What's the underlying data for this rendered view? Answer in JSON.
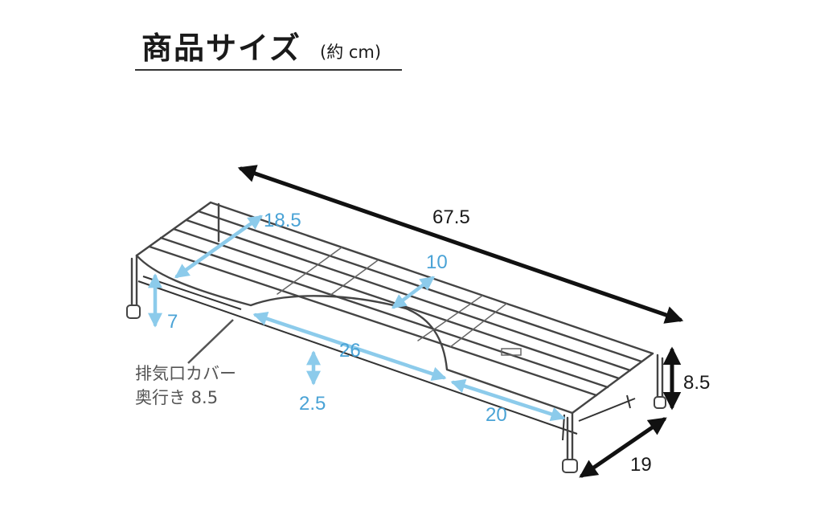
{
  "heading": {
    "title": "商品サイズ",
    "unit": "(約 cm)"
  },
  "dimensions": {
    "length": "67.5",
    "height": "8.5",
    "depth": "19",
    "inner_depth": "18.5",
    "center_gap": "10",
    "cutout_width": "26",
    "side_width": "20",
    "front_height": "7",
    "clearance": "2.5"
  },
  "note": {
    "line1": "排気口カバー",
    "line2": "奥行き 8.5"
  },
  "colors": {
    "accent": "#8ccbeb",
    "accent_text": "#4aa3d6",
    "dark": "#111111",
    "frame": "#444444"
  }
}
